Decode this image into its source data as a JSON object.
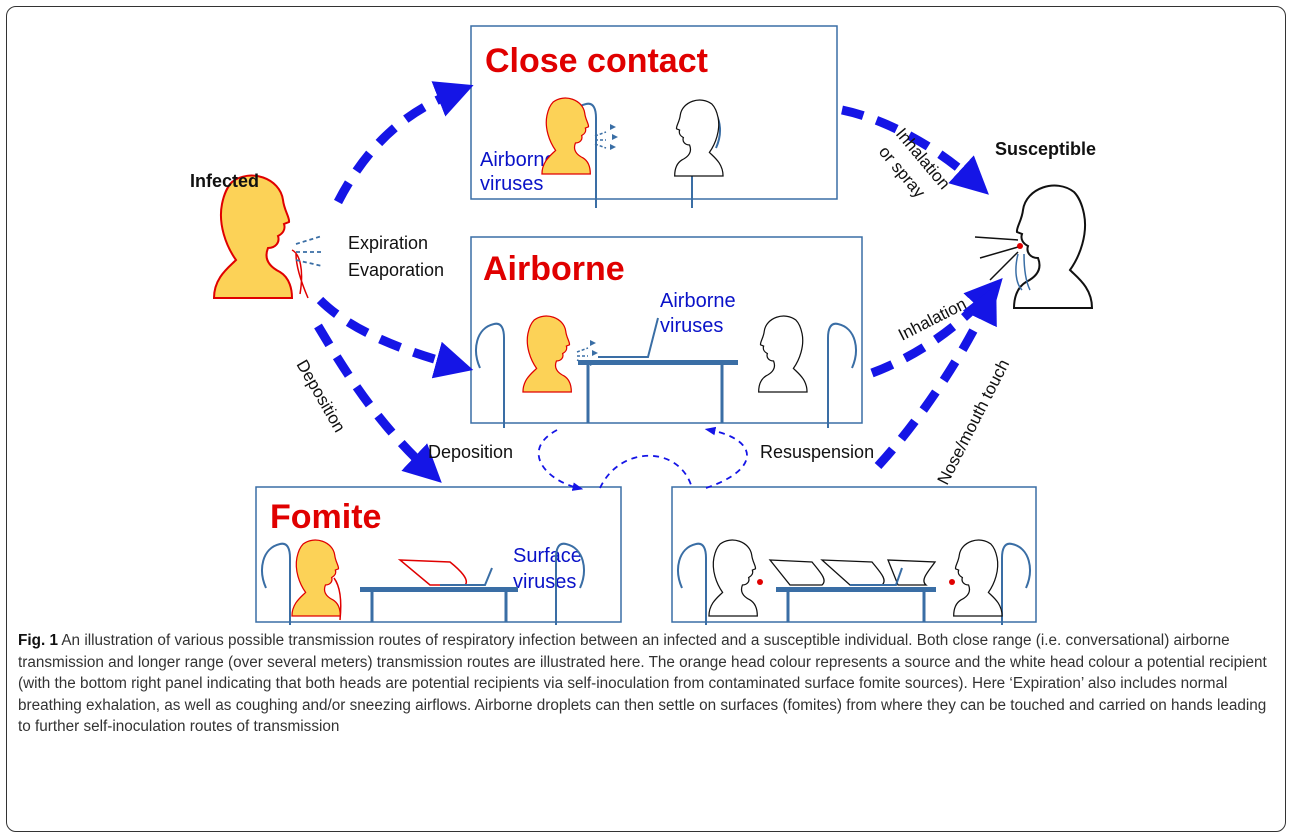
{
  "labels": {
    "infected": "Infected",
    "susceptible": "Susceptible",
    "expiration": "Expiration",
    "evaporation": "Evaporation",
    "inhalation_or_spray_line1": "Inhalation",
    "inhalation_or_spray_line2": "or spray",
    "inhalation": "Inhalation",
    "deposition_diag": "Deposition",
    "deposition": "Deposition",
    "resuspension": "Resuspension",
    "nose_mouth_touch": "Nose/mouth touch"
  },
  "panels": {
    "close_contact": {
      "title": "Close contact",
      "note_line1": "Airborne",
      "note_line2": "viruses"
    },
    "airborne": {
      "title": "Airborne",
      "note_line1": "Airborne",
      "note_line2": "viruses"
    },
    "fomite": {
      "title": "Fomite",
      "note_line1": "Surface",
      "note_line2": "viruses"
    }
  },
  "caption": {
    "label": "Fig. 1",
    "text": "An illustration of various possible transmission routes of respiratory infection between an infected and a susceptible individual. Both close range (i.e. conversational) airborne transmission and longer range (over several meters) transmission routes are illustrated here. The orange head colour represents a source and the white head colour a potential recipient (with the bottom right panel indicating that both heads are potential recipients via self-inoculation from contaminated surface fomite sources). Here ‘Expiration’ also includes normal breathing exhalation, as well as coughing and/or sneezing airflows. Airborne droplets can then settle on surfaces (fomites) from where they can be touched and carried on hands leading to further self-inoculation routes of transmission"
  },
  "colors": {
    "source_head": "#fcd257",
    "source_outline": "#e00000",
    "arrow": "#1515e6",
    "furniture": "#3a6ea5",
    "title_red": "#e00000",
    "note_blue": "#0a12c8"
  }
}
